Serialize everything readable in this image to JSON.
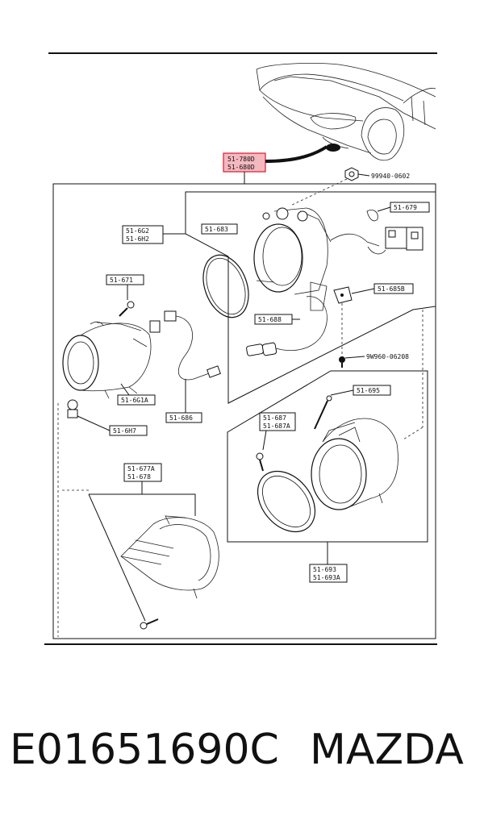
{
  "parts": {
    "top_highlight_1": "51-780D",
    "top_highlight_2": "51-680D",
    "nut": "99940-0602",
    "p679": "51-679",
    "p6g2": "51-6G2",
    "p6h2": "51-6H2",
    "p683": "51-683",
    "p685b": "51-685B",
    "p688": "51-688",
    "screw": "9W960-06208",
    "p671": "51-671",
    "p6g1a": "51-6G1A",
    "p686": "51-686",
    "p6h7": "51-6H7",
    "p695": "51-695",
    "p687": "51-687",
    "p687a": "51-687A",
    "p677a": "51-677A",
    "p678": "51-678",
    "p693": "51-693",
    "p693a": "51-693A"
  },
  "caption": {
    "code": "E01651690C",
    "brand": "MAZDA"
  },
  "colors": {
    "highlight_fill": "#f4b8bf",
    "highlight_stroke": "#d81b2b"
  }
}
